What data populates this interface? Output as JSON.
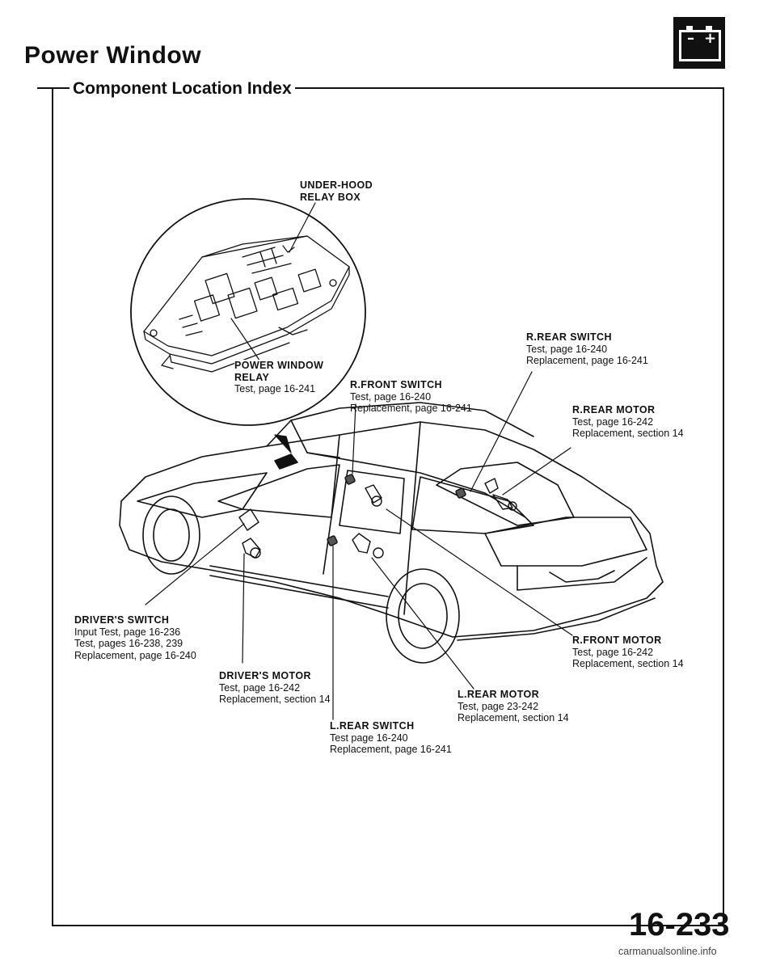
{
  "header": {
    "title": "Power Window",
    "subtitle": "Component Location Index",
    "page_number": "16-233",
    "battery_symbols": {
      "minus": "–",
      "plus": "+"
    },
    "icon": "battery-icon"
  },
  "labels": {
    "under_hood": {
      "heading": [
        "UNDER-HOOD",
        "RELAY BOX"
      ]
    },
    "relay": {
      "heading": [
        "POWER WINDOW",
        "RELAY"
      ],
      "lines": [
        "Test, page 16-241"
      ]
    },
    "r_rear_switch": {
      "heading": [
        "R.REAR SWITCH"
      ],
      "lines": [
        "Test, page 16-240",
        "Replacement, page 16-241"
      ]
    },
    "r_front_switch": {
      "heading": [
        "R.FRONT SWITCH"
      ],
      "lines": [
        "Test, page 16-240",
        "Replacement, page 16-241"
      ]
    },
    "r_rear_motor": {
      "heading": [
        "R.REAR MOTOR"
      ],
      "lines": [
        "Test, page 16-242",
        "Replacement, section 14"
      ]
    },
    "drivers_switch": {
      "heading": [
        "DRIVER'S SWITCH"
      ],
      "lines": [
        "Input Test, page 16-236",
        "Test, pages 16-238, 239",
        "Replacement, page 16-240"
      ]
    },
    "r_front_motor": {
      "heading": [
        "R.FRONT MOTOR"
      ],
      "lines": [
        "Test, page 16-242",
        "Replacement, section 14"
      ]
    },
    "drivers_motor": {
      "heading": [
        "DRIVER'S MOTOR"
      ],
      "lines": [
        "Test, page 16-242",
        "Replacement, section 14"
      ]
    },
    "l_rear_motor": {
      "heading": [
        "L.REAR MOTOR"
      ],
      "lines": [
        "Test, page 23-242",
        "Replacement, section 14"
      ]
    },
    "l_rear_switch": {
      "heading": [
        "L.REAR SWITCH"
      ],
      "lines": [
        "Test page 16-240",
        "Replacement, page 16-241"
      ]
    }
  },
  "footer": "carmanualsonline.info"
}
